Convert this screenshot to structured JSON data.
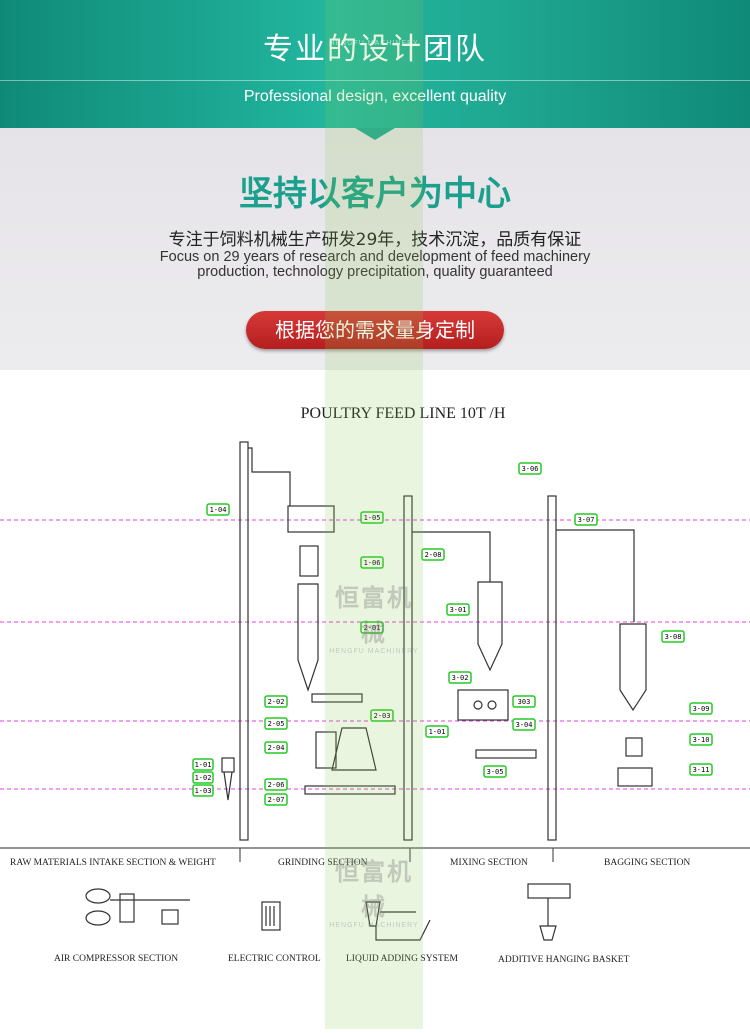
{
  "banner": {
    "title_zh": "专业的设计团队",
    "subtitle_en": "Professional design, excellent quality"
  },
  "slogan": {
    "title_zh": "坚持以客户为中心",
    "desc_zh": "专注于饲料机械生产研发29年，技术沉淀，品质有保证",
    "desc_en_line1": "Focus on 29 years of research and development of feed machinery",
    "desc_en_line2": "production, technology precipitation, quality guaranteed",
    "button_label": "根据您的需求量身定制"
  },
  "watermark": {
    "logo_text": "恒富机械",
    "logo_en": "HENGFU MACHINERY"
  },
  "diagram": {
    "title": "POULTRY FEED LINE 10T /H",
    "tags": [
      "1-04",
      "1-05",
      "1-06",
      "2-08",
      "2-01",
      "3-01",
      "3-06",
      "3-07",
      "3-08",
      "2-02",
      "2-05",
      "2-03",
      "2-04",
      "2-06",
      "2-07",
      "1-01",
      "1-02",
      "1-03",
      "1-01",
      "3-02",
      "303",
      "3-04",
      "3-05",
      "3-09",
      "3-10",
      "3-11"
    ],
    "sections": [
      "RAW MATERIALS INTAKE SECTION & WEIGHT",
      "GRINDING SECTION",
      "MIXING SECTION",
      "BAGGING SECTION"
    ],
    "aux": [
      "AIR COMPRESSOR SECTION",
      "ELECTRIC CONTROL",
      "LIQUID ADDING SYSTEM",
      "ADDITIVE HANGING BASKET"
    ]
  },
  "colors": {
    "teal": "#1aa08c",
    "red_button": "#c62a29",
    "tag_green": "#22cc22",
    "guide_magenta": "#e040e0"
  }
}
